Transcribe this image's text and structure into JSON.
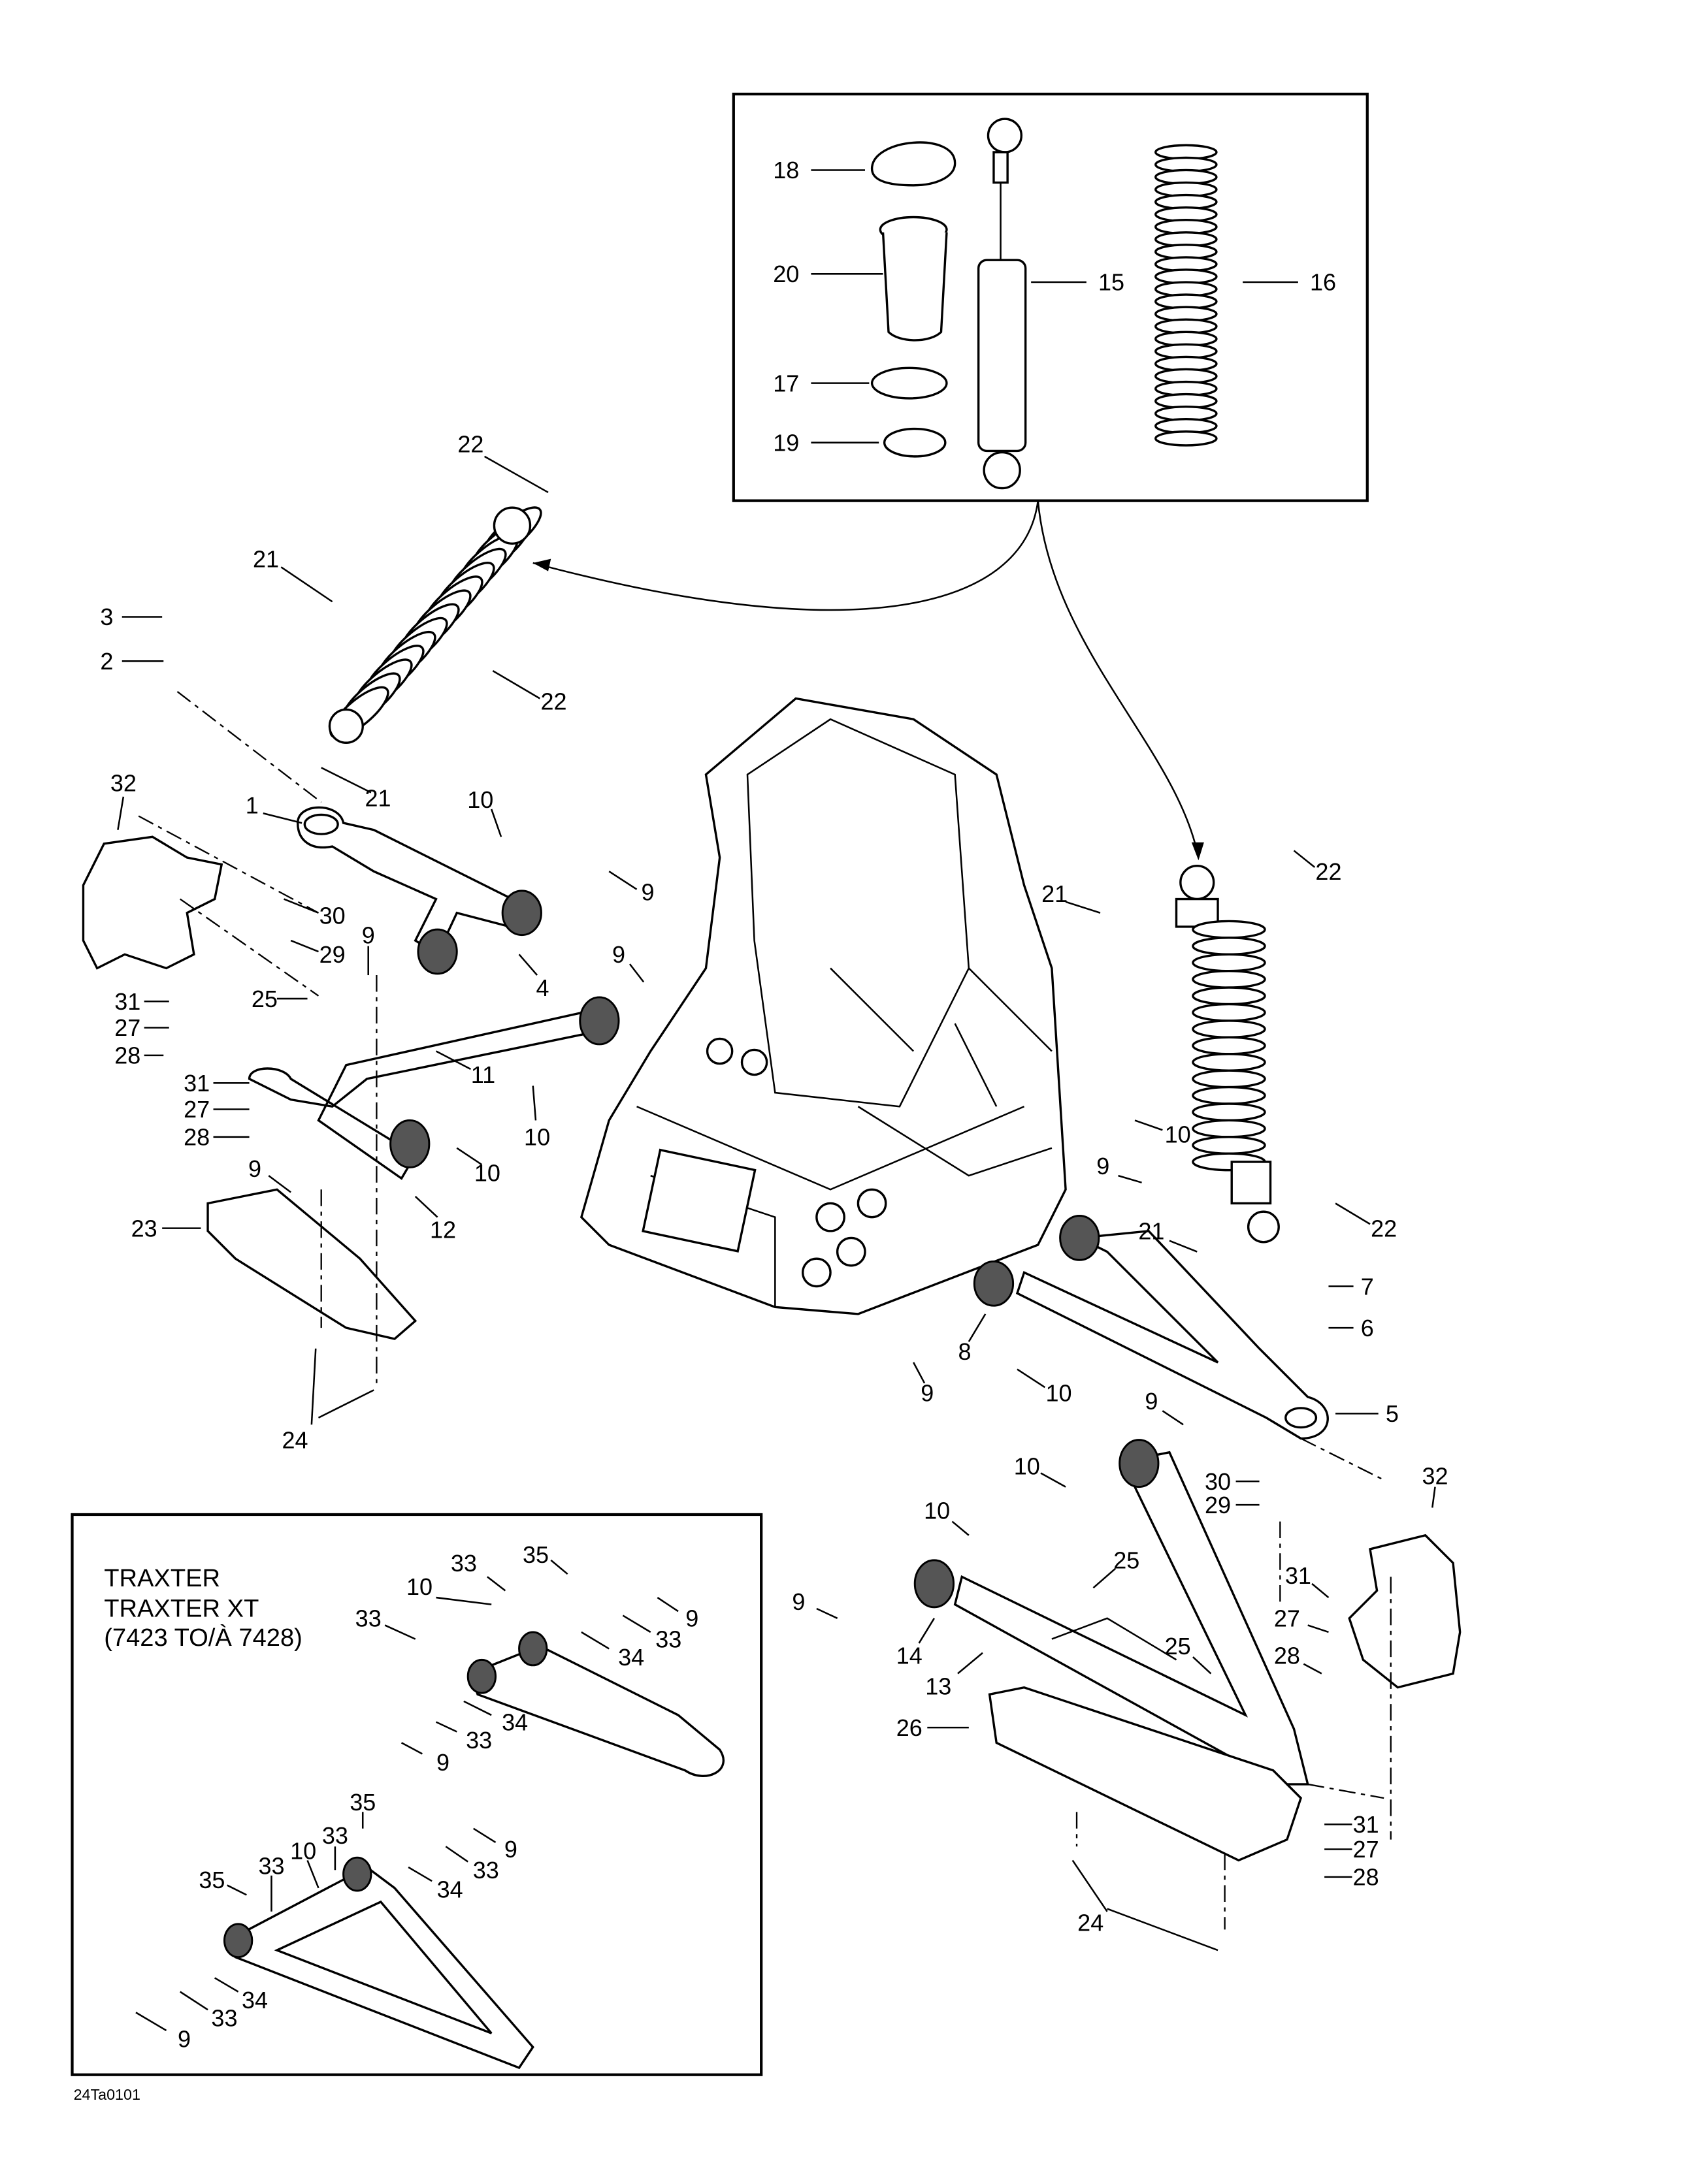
{
  "diagram": {
    "inset_title": [
      "TRAXTER",
      "TRAXTER XT",
      "(7423 TO/À 7428)"
    ],
    "figure_code": "24Ta0101",
    "shock_inset_callouts": [
      "18",
      "20",
      "17",
      "19",
      "15",
      "16"
    ],
    "main_callouts": [
      "22",
      "21",
      "3",
      "2",
      "22",
      "32",
      "21",
      "1",
      "10",
      "9",
      "30",
      "29",
      "9",
      "4",
      "9",
      "25",
      "31",
      "27",
      "28",
      "11",
      "31",
      "27",
      "28",
      "10",
      "10",
      "9",
      "12",
      "23",
      "24",
      "22",
      "21",
      "10",
      "9",
      "21",
      "22",
      "7",
      "6",
      "8",
      "9",
      "10",
      "5",
      "9",
      "32",
      "10",
      "30",
      "29",
      "10",
      "25",
      "31",
      "9",
      "27",
      "14",
      "25",
      "28",
      "13",
      "26",
      "31",
      "27",
      "28",
      "24"
    ],
    "arm_inset_callouts": [
      "33",
      "35",
      "10",
      "33",
      "9",
      "33",
      "34",
      "34",
      "33",
      "9",
      "35",
      "33",
      "10",
      "33",
      "35",
      "9",
      "33",
      "34",
      "34",
      "33",
      "9"
    ]
  }
}
